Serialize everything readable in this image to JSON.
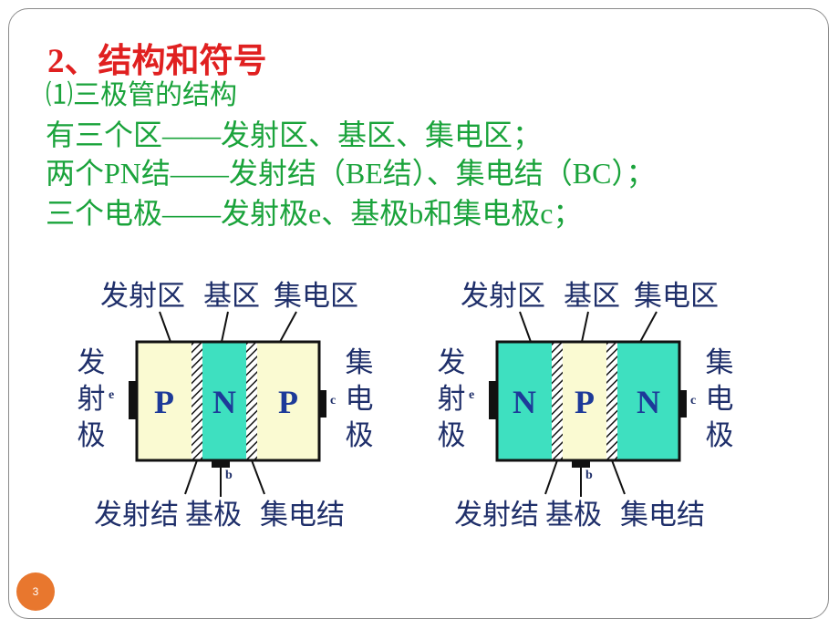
{
  "title": "2、结构和符号",
  "lines": [
    "⑴三极管的结构",
    "有三个区——发射区、基区、集电区；",
    "两个PN结——发射结（BE结）、集电结（BC）；",
    "三个电极——发射极e、基极b和集电极c；"
  ],
  "diagrams": [
    {
      "type": "PNP",
      "top_labels": [
        "发射区",
        "基区",
        "集电区"
      ],
      "left_label": "发射极",
      "right_label": "集电极",
      "regions": [
        "P",
        "N",
        "P"
      ],
      "terminals": {
        "e": "e",
        "b": "b",
        "c": "c"
      },
      "bottom_labels": [
        "发射结",
        "基极",
        "集电结"
      ]
    },
    {
      "type": "NPN",
      "top_labels": [
        "发射区",
        "基区",
        "集电区"
      ],
      "left_label": "发射极",
      "right_label": "集电极",
      "regions": [
        "N",
        "P",
        "N"
      ],
      "terminals": {
        "e": "e",
        "b": "b",
        "c": "c"
      },
      "bottom_labels": [
        "发射结",
        "基极",
        "集电结"
      ]
    }
  ],
  "page_number": "3",
  "colors": {
    "title": "#e02020",
    "body_text": "#1aa33b",
    "p_region": "#fafad2",
    "n_region": "#3ee0c0",
    "label": "#1f2f6a",
    "badge": "#e8772e"
  }
}
